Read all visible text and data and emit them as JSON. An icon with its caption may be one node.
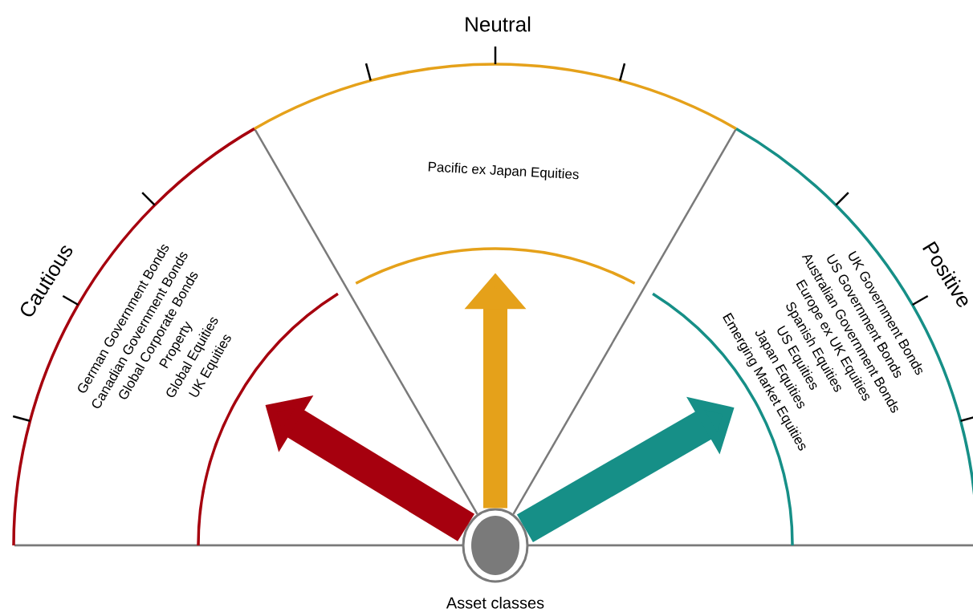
{
  "diagram": {
    "nodes": [
      {
        "text": [
          "Cautious",
          "German Government Bonds",
          "Canadian Government Bonds",
          "Global Corporate Bonds",
          "Property",
          "Global Equities",
          "UK Equities"
        ]
      },
      {
        "text": [
          "Neutral",
          "Pacific ex Japan Equities"
        ]
      },
      {
        "text": [
          "Positive",
          "UK Government Bonds",
          "US Government Bonds",
          "Australian Government Bonds",
          "Europe ex UK Equities",
          "Spanish Equities",
          "US Equities",
          "Japan Equities",
          "Emerging Market Equities"
        ]
      },
      {
        "text": [],
        "shape": "circle",
        "beside": [
          "Asset classes"
        ]
      }
    ],
    "edges": [
      {
        "from": 3,
        "to": 0,
        "arrow": "to",
        "color": "#a6000e"
      },
      {
        "from": 3,
        "to": 1,
        "arrow": "to",
        "color": "#e5a11a"
      },
      {
        "from": 3,
        "to": 2,
        "arrow": "to",
        "color": "#168f87"
      }
    ]
  }
}
